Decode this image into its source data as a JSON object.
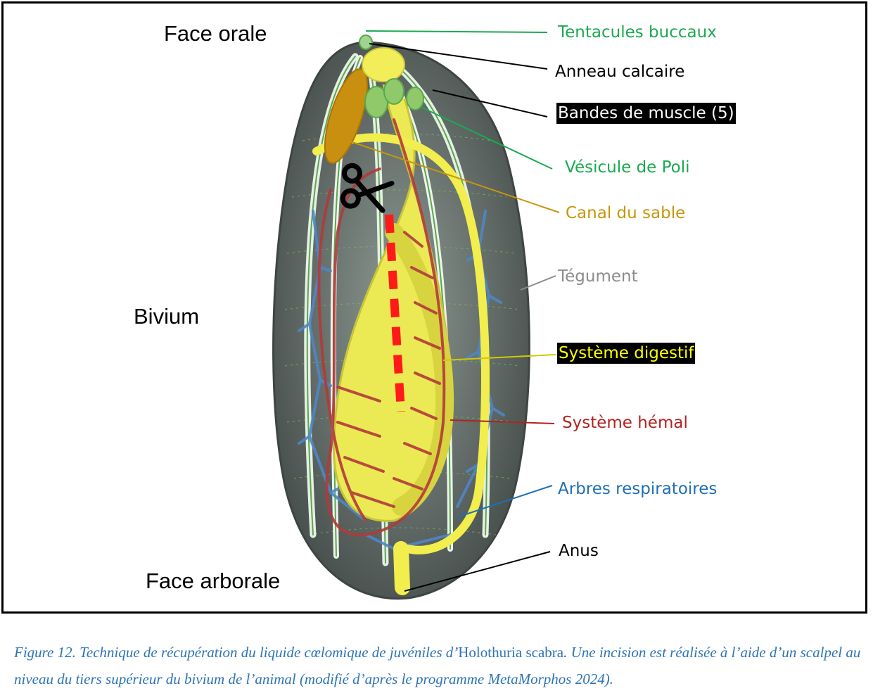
{
  "orientation": {
    "top": "Face orale",
    "side": "Bivium",
    "bottom": "Face arborale"
  },
  "labels": {
    "tentacules": {
      "text": "Tentacules buccaux",
      "color": "#1aaa50"
    },
    "anneau": {
      "text": "Anneau calcaire",
      "color": "#000000"
    },
    "muscle": {
      "text": "Bandes de muscle (5)",
      "color": "#ffffff",
      "highlight": "#000000"
    },
    "poli": {
      "text": "Vésicule de Poli",
      "color": "#1aaa50"
    },
    "sable": {
      "text": "Canal du sable",
      "color": "#c8960a"
    },
    "tegument": {
      "text": "Tégument",
      "color": "#8c8c8c"
    },
    "digestif": {
      "text": "Système digestif",
      "color": "#ffff00",
      "highlight": "#000000"
    },
    "hemal": {
      "text": "Système hémal",
      "color": "#b22222"
    },
    "arbres": {
      "text": "Arbres respiratoires",
      "color": "#1f6fb4"
    },
    "anus": {
      "text": "Anus",
      "color": "#000000"
    }
  },
  "caption": {
    "part1": "Figure 12. Technique de récupération du liquide cœlomique de juvéniles d’",
    "species": "Holothuria scabra",
    "part2": ". Une incision est réalisée à l’aide d’un scalpel au niveau du tiers supérieur du bivium de l’animal (modifié d’après le programme MetaMorphos 2024)."
  },
  "icons": {
    "tool": "scissors-icon",
    "cut": "incision-line"
  }
}
